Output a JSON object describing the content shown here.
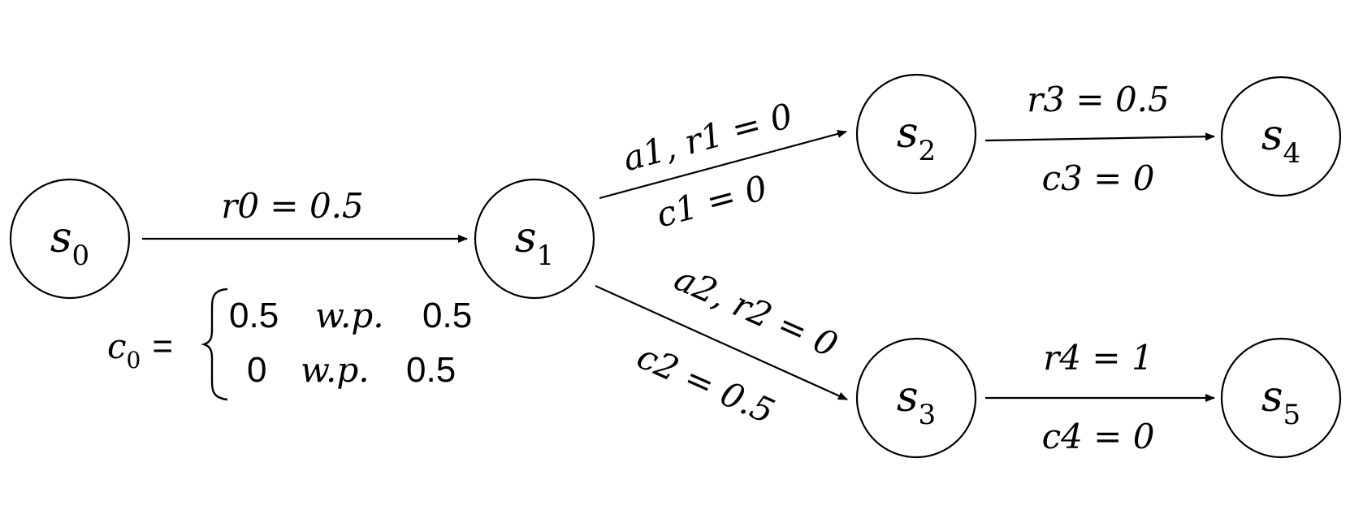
{
  "nodes": [
    {
      "id": "s0",
      "base": "s",
      "sub": "0"
    },
    {
      "id": "s1",
      "base": "s",
      "sub": "1"
    },
    {
      "id": "s2",
      "base": "s",
      "sub": "2"
    },
    {
      "id": "s3",
      "base": "s",
      "sub": "3"
    },
    {
      "id": "s4",
      "base": "s",
      "sub": "4"
    },
    {
      "id": "s5",
      "base": "s",
      "sub": "5"
    }
  ],
  "edges": [
    {
      "from": "s0",
      "to": "s1",
      "label_above": "r0 = 0.5"
    },
    {
      "from": "s1",
      "to": "s2",
      "label_above": "a1, r1 = 0",
      "label_below": "c1 = 0"
    },
    {
      "from": "s1",
      "to": "s3",
      "label_above": "a2, r2 = 0",
      "label_below": "c2 = 0.5"
    },
    {
      "from": "s2",
      "to": "s4",
      "label_above": "r3 = 0.5",
      "label_below": "c3 = 0"
    },
    {
      "from": "s3",
      "to": "s5",
      "label_above": "r4 = 1",
      "label_below": "c4 = 0"
    }
  ],
  "c0_piecewise": {
    "lhs_base": "c",
    "lhs_sub": "0",
    "eq": "=",
    "cases": [
      {
        "value": "0.5",
        "condition": "w.p.",
        "prob": "0.5"
      },
      {
        "value": "0",
        "condition": "w.p.",
        "prob": "0.5"
      }
    ]
  }
}
